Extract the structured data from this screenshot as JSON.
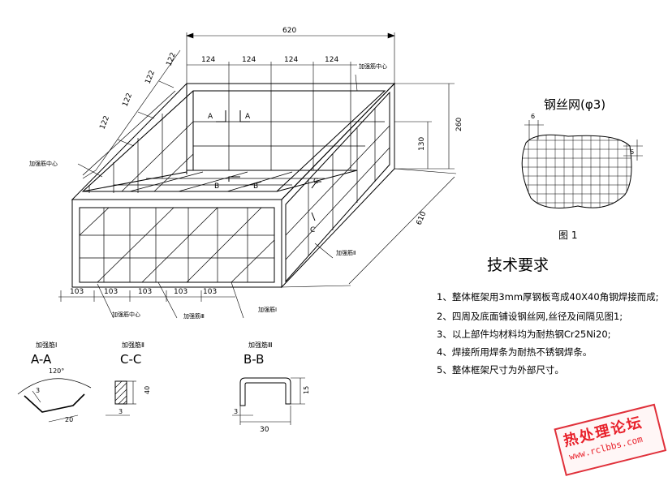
{
  "dimensions": {
    "length": "620",
    "top_spacing": [
      "124",
      "124",
      "124",
      "124"
    ],
    "side_spacing": [
      "122",
      "122",
      "122",
      "122"
    ],
    "front_spacing": [
      "103",
      "103",
      "103",
      "103",
      "103"
    ],
    "height_total": "260",
    "height_inner": "130",
    "width": "610"
  },
  "labels": {
    "rib_center_top": "加强筋中心",
    "rib_center_left": "加强筋中心",
    "rib_center_bottom": "加强筋中心",
    "rib_3": "加强筋Ⅲ",
    "rib_1": "加强筋Ⅰ",
    "rib_2": "加强筋Ⅱ",
    "sec_a_1": "A",
    "sec_a_2": "A",
    "sec_b_1": "B",
    "sec_b_2": "B",
    "sec_c_1": "C",
    "sec_c_2": "C"
  },
  "mesh": {
    "title": "钢丝网(φ3)",
    "dim_h": "6",
    "dim_v": "6",
    "fig": "图 1"
  },
  "sections": [
    {
      "rib": "加强筋Ⅰ",
      "name": "A-A",
      "dims": [
        "120°",
        "3",
        "20"
      ]
    },
    {
      "rib": "加强筋Ⅱ",
      "name": "C-C",
      "dims": [
        "40",
        "3"
      ]
    },
    {
      "rib": "加强筋Ⅲ",
      "name": "B-B",
      "dims": [
        "15",
        "3",
        "30"
      ]
    }
  ],
  "requirements": {
    "title": "技术要求",
    "items": [
      "1、整体框架用3mm厚钢板弯成40X40角钢焊接而成;",
      "2、四周及底面铺设钢丝网,丝径及间隔见图1;",
      "3、以上部件均材料均为耐热钢Cr25Ni20;",
      "4、焊接所用焊条为耐热不锈钢焊条。",
      "5、整体框架尺寸为外部尺寸。"
    ]
  },
  "watermark": {
    "line1": "热处理论坛",
    "line2": "www.rclbbs.com"
  }
}
